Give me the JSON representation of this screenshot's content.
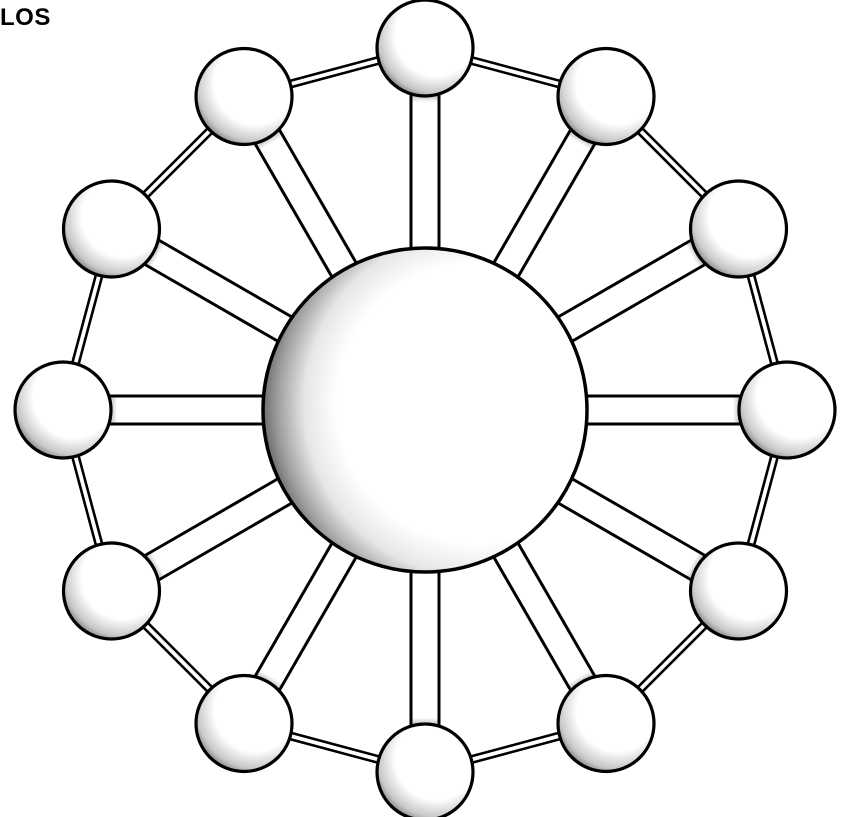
{
  "label": "LOS",
  "colors": {
    "stroke": "#000000",
    "fill": "#ffffff",
    "shade": "#000000"
  },
  "diagram": {
    "hub_count": 1,
    "outer_node_count": 12,
    "spoke_count": 12,
    "rim_links": 12
  }
}
